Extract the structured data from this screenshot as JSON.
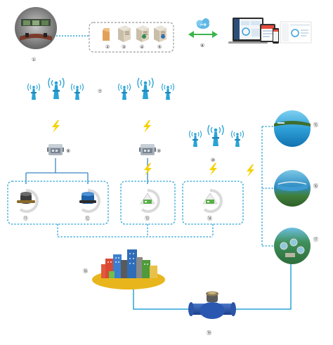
{
  "labels": {
    "control_room": "①",
    "router": "②",
    "server_a": "③",
    "server_b": "④",
    "server_c": "⑤",
    "cloud_link": "⑥",
    "towers_top": "⑦",
    "gateway_a": "⑧",
    "gateway_b": "⑨",
    "towers_mid": "⑩",
    "meter_a": "⑪",
    "meter_b": "⑫",
    "meter_c": "⑬",
    "meter_d": "⑭",
    "river": "⑮",
    "reservoir": "⑯",
    "treatment_plant": "⑰",
    "city": "⑱",
    "valve_meter": "⑲"
  },
  "colors": {
    "link": "#29a3d6",
    "link_dark": "#3a87c4",
    "lightning": "#f5d200",
    "server_frame": "#9a9a9a",
    "ground": "#e8b61c"
  },
  "icons": {
    "control_room": "control-room-photo",
    "server": "server-tower-icon",
    "cloud": "cloud-sync-icon",
    "dashboard": "dashboard-devices-icon",
    "tower": "wireless-tower-icon",
    "gateway": "gateway-device-icon",
    "lightning": "lightning-icon",
    "meter": "water-meter-icon",
    "city": "city-buildings-icon",
    "valve": "pipe-flow-meter-icon"
  }
}
